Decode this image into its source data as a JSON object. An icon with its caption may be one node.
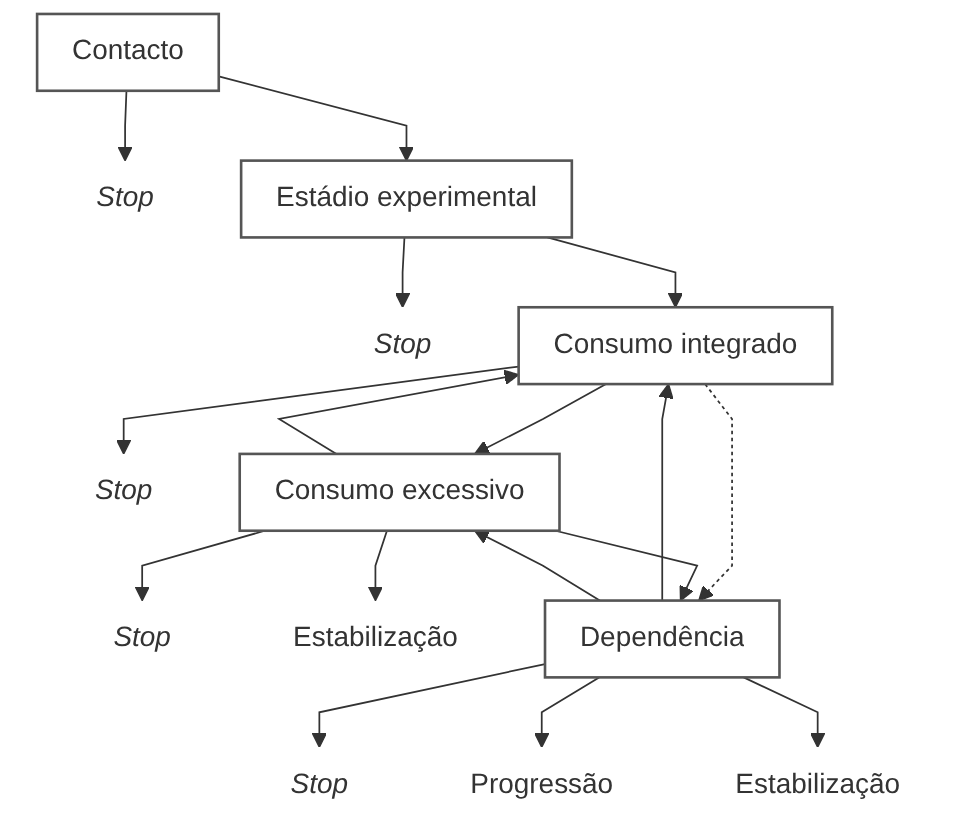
{
  "diagram": {
    "nodes": [
      {
        "text": [
          "Contacto"
        ]
      },
      {
        "text": [
          "Stop"
        ]
      },
      {
        "text": [
          "Estádio experimental"
        ]
      },
      {
        "text": [
          "Stop"
        ]
      },
      {
        "text": [
          "Consumo integrado"
        ]
      },
      {
        "text": [
          "Stop"
        ]
      },
      {
        "text": [
          "Consumo excessivo"
        ]
      },
      {
        "text": [
          "Stop"
        ]
      },
      {
        "text": [
          "Estabilização"
        ]
      },
      {
        "text": [
          "Dependência"
        ]
      },
      {
        "text": [
          "Stop"
        ]
      },
      {
        "text": [
          "Progressão"
        ]
      },
      {
        "text": [
          "Estabilização"
        ]
      }
    ],
    "edges": [
      {
        "from": 0,
        "to": 1,
        "arrow": "to"
      },
      {
        "from": 0,
        "to": 2,
        "arrow": "to"
      },
      {
        "from": 2,
        "to": 3,
        "arrow": "to"
      },
      {
        "from": 2,
        "to": 4,
        "arrow": "to"
      },
      {
        "from": 4,
        "to": 6,
        "arrow": "to"
      },
      {
        "from": 6,
        "to": 4,
        "arrow": "to"
      },
      {
        "from": 4,
        "to": 5,
        "arrow": "to"
      },
      {
        "from": 6,
        "to": 7,
        "arrow": "to"
      },
      {
        "from": 6,
        "to": 8,
        "arrow": "to"
      },
      {
        "from": 4,
        "to": 9,
        "arrow": "to",
        "style": "dashed"
      },
      {
        "from": 9,
        "to": 4,
        "arrow": "to"
      },
      {
        "from": 9,
        "to": 6,
        "arrow": "to"
      },
      {
        "from": 6,
        "to": 9,
        "arrow": "to"
      },
      {
        "from": 9,
        "to": 10,
        "arrow": "to"
      },
      {
        "from": 9,
        "to": 11,
        "arrow": "to"
      },
      {
        "from": 9,
        "to": 12,
        "arrow": "to"
      }
    ]
  }
}
